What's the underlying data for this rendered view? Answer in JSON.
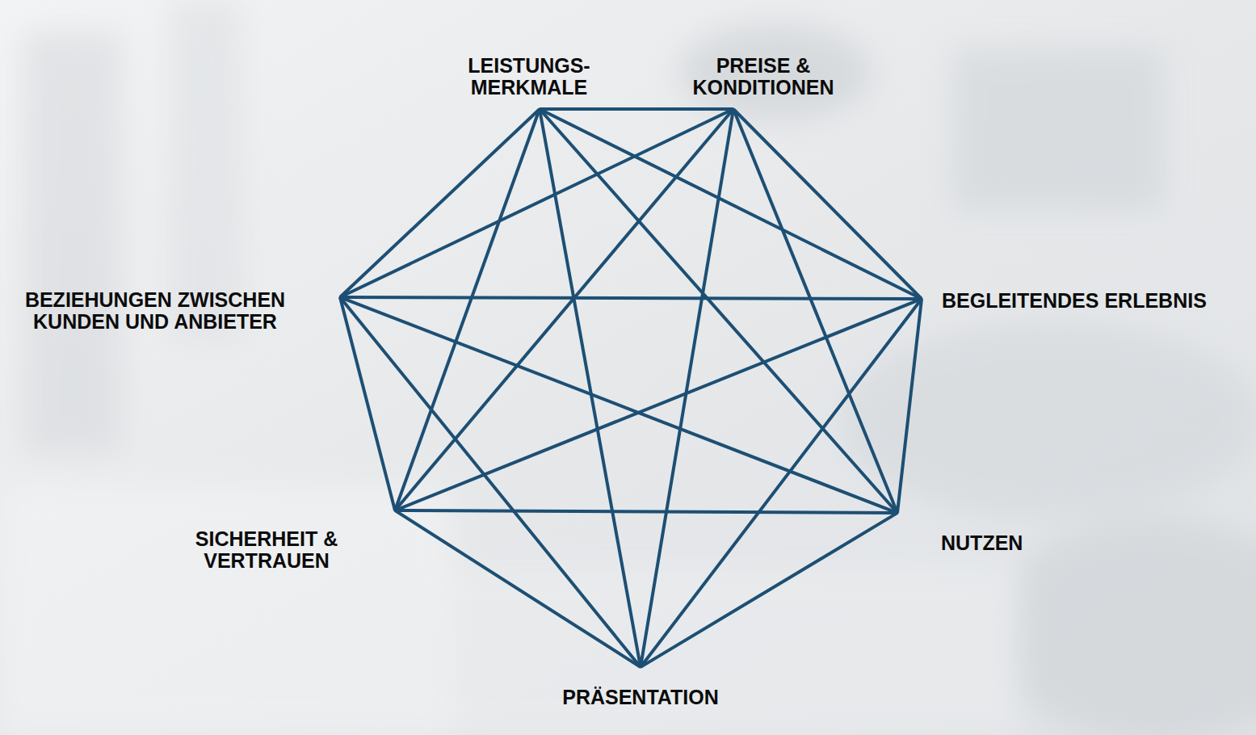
{
  "diagram": {
    "nodes": [
      {
        "text": [
          "LEISTUNGS- MERKMALE"
        ]
      },
      {
        "text": [
          "PREISE & KONDITIONEN"
        ]
      },
      {
        "text": [
          "BEZIEHUNGEN ZWISCHEN KUNDEN UND ANBIETER"
        ]
      },
      {
        "text": [
          "BEGLEITENDES ERLEBNIS"
        ]
      },
      {
        "text": [
          "SICHERHEIT & VERTRAUEN"
        ]
      },
      {
        "text": [
          "NUTZEN"
        ]
      },
      {
        "text": [
          "PRÄSENTATION"
        ]
      }
    ],
    "edges": [
      {
        "from": 0,
        "to": 1,
        "arrow": "none"
      },
      {
        "from": 0,
        "to": 2,
        "arrow": "none"
      },
      {
        "from": 0,
        "to": 3,
        "arrow": "none"
      },
      {
        "from": 0,
        "to": 4,
        "arrow": "none"
      },
      {
        "from": 0,
        "to": 5,
        "arrow": "none"
      },
      {
        "from": 0,
        "to": 6,
        "arrow": "none"
      },
      {
        "from": 1,
        "to": 2,
        "arrow": "none"
      },
      {
        "from": 1,
        "to": 3,
        "arrow": "none"
      },
      {
        "from": 1,
        "to": 4,
        "arrow": "none"
      },
      {
        "from": 1,
        "to": 5,
        "arrow": "none"
      },
      {
        "from": 1,
        "to": 6,
        "arrow": "none"
      },
      {
        "from": 2,
        "to": 3,
        "arrow": "none"
      },
      {
        "from": 2,
        "to": 4,
        "arrow": "none"
      },
      {
        "from": 2,
        "to": 5,
        "arrow": "none"
      },
      {
        "from": 2,
        "to": 6,
        "arrow": "none"
      },
      {
        "from": 3,
        "to": 4,
        "arrow": "none"
      },
      {
        "from": 3,
        "to": 5,
        "arrow": "none"
      },
      {
        "from": 3,
        "to": 6,
        "arrow": "none"
      },
      {
        "from": 4,
        "to": 5,
        "arrow": "none"
      },
      {
        "from": 4,
        "to": 6,
        "arrow": "none"
      },
      {
        "from": 5,
        "to": 6,
        "arrow": "none"
      }
    ]
  }
}
